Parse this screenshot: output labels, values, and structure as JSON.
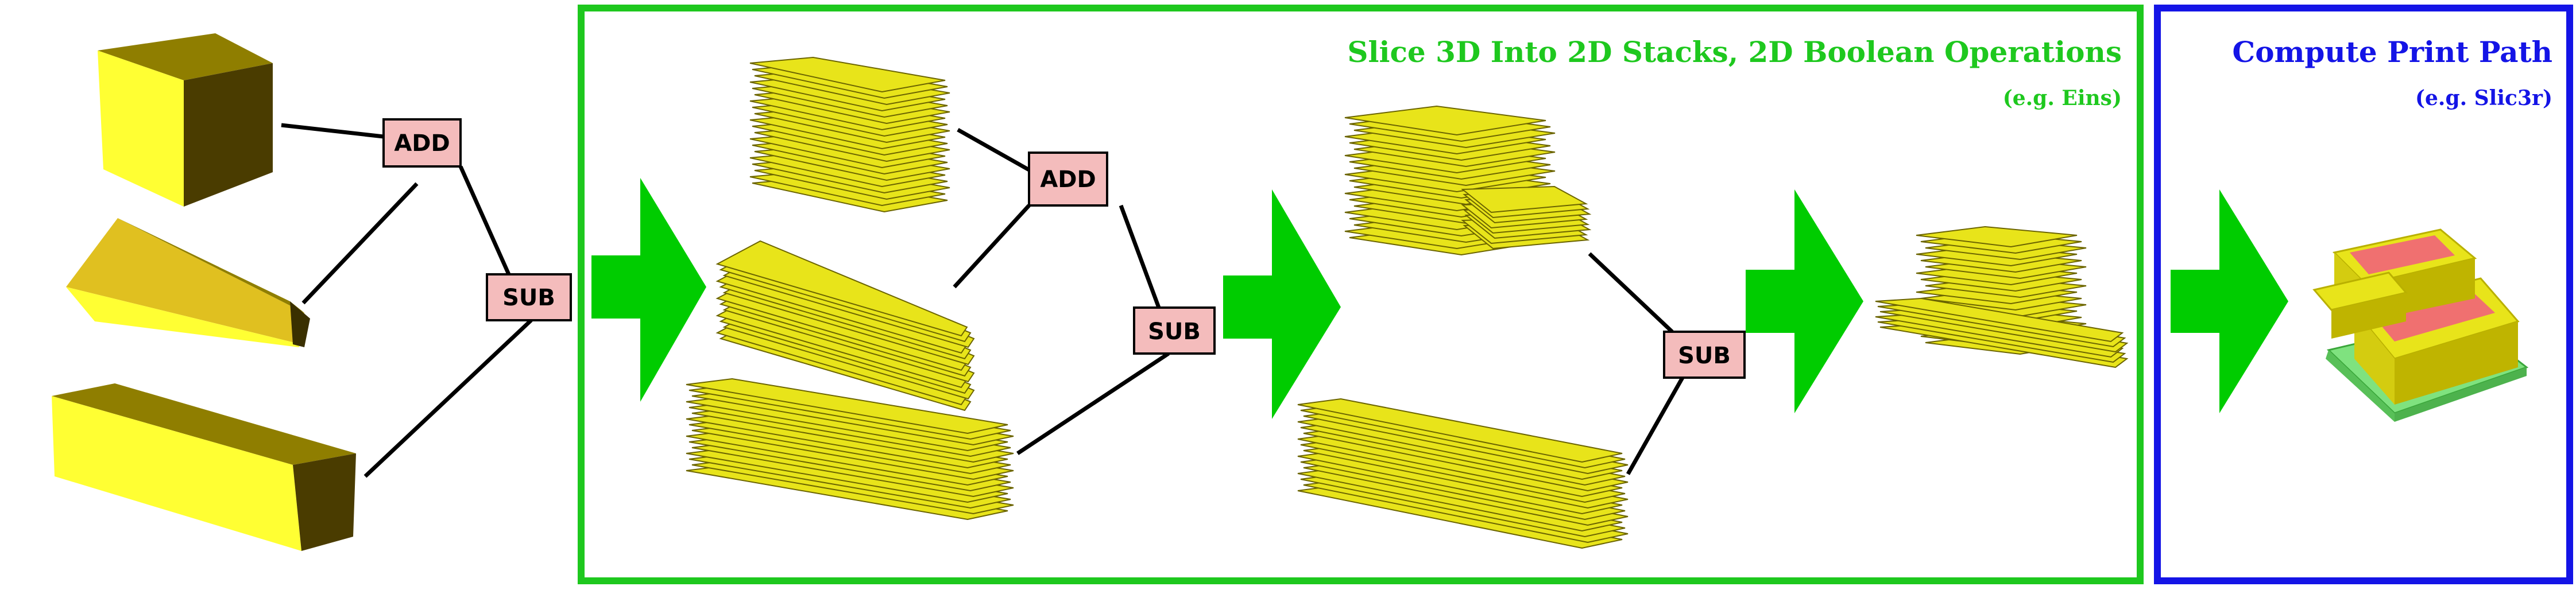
{
  "colors": {
    "slice_panel": "#1ec81e",
    "path_panel": "#1414e6",
    "arrow": "#00cc00",
    "op_box": "#f4bcbc",
    "solid_face": "#ffff33",
    "slice_fill": "#e8e41a",
    "print_top": "#f07070",
    "print_base": "#7fe27f"
  },
  "panels": {
    "slice": {
      "title": "Slice 3D Into 2D Stacks, 2D Boolean Operations",
      "subtitle": "(e.g. Eins)"
    },
    "path": {
      "title": "Compute Print Path",
      "subtitle": "(e.g. Slic3r)"
    }
  },
  "ops": {
    "add": "ADD",
    "sub": "SUB"
  }
}
